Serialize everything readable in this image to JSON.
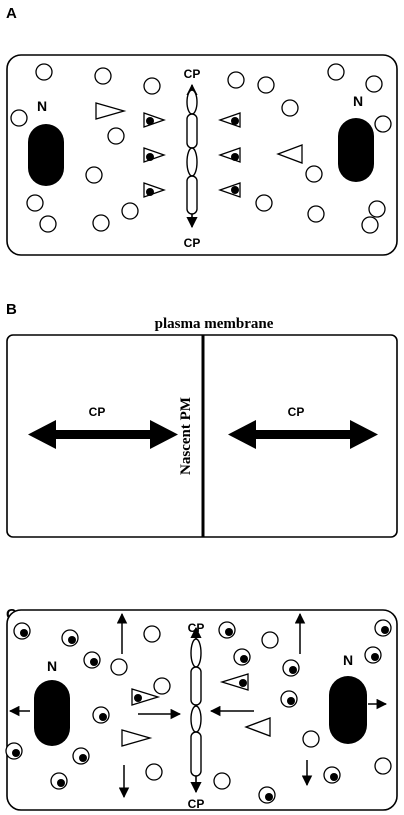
{
  "panelA": {
    "letter": "A",
    "nucleus_label": "N",
    "cp_top": "CP",
    "cp_bottom": "CP"
  },
  "panelB": {
    "letter": "B",
    "title": "plasma membrane",
    "nascent": "Nascent PM",
    "cp_left": "CP",
    "cp_right": "CP"
  },
  "panelC": {
    "letter": "C",
    "nucleus_label": "N",
    "cp_top": "CP",
    "cp_bottom": "CP"
  }
}
